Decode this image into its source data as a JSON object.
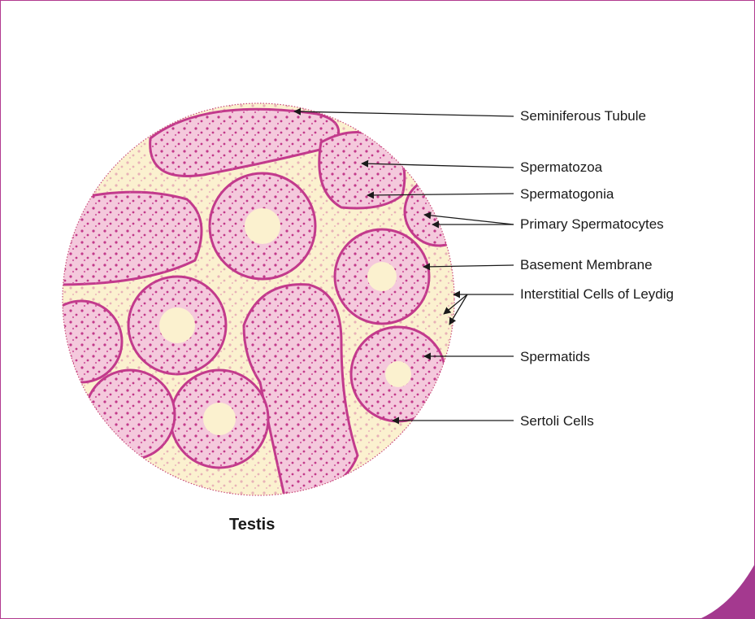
{
  "colors": {
    "frame": "#b23a8f",
    "corner": "#a4398f",
    "background": "#fbf1cf",
    "tubule_stain": "#d65aa5",
    "leader": "#1a1a1a"
  },
  "labels": [
    {
      "text": "Seminiferous Tubule"
    },
    {
      "text": "Spermatozoa"
    },
    {
      "text": "Spermatogonia"
    },
    {
      "text": "Primary Spermatocytes"
    },
    {
      "text": "Basement Membrane"
    },
    {
      "text": "Interstitial Cells of Leydig"
    },
    {
      "text": "Spermatids"
    },
    {
      "text": "Sertoli Cells"
    }
  ],
  "caption": "Testis"
}
